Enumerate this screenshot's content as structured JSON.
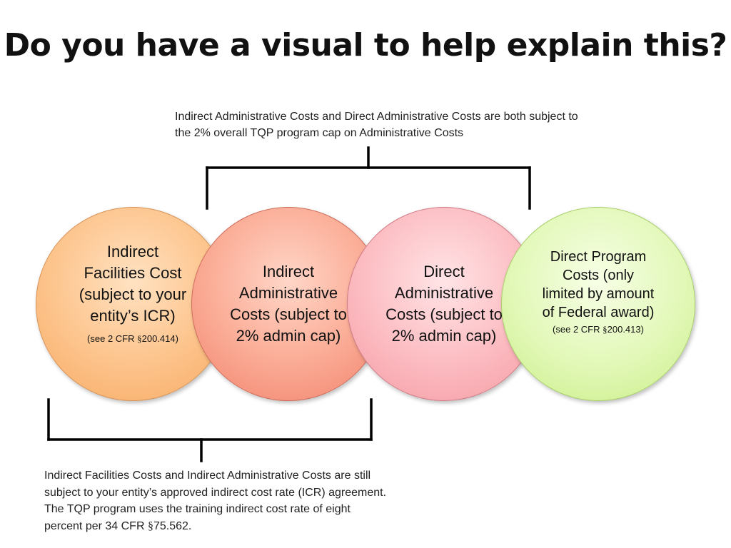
{
  "title": "Do you have a visual to help explain this?",
  "top_note": "Indirect Administrative Costs and Direct Administrative Costs are both subject to the 2% overall TQP program cap on Administrative Costs",
  "circles": [
    {
      "label": "Indirect Facilities Cost (subject to your entity’s ICR)",
      "ref_prefix": "(see 2 CFR ",
      "ref_symbol": "§",
      "ref_suffix": "200.414)",
      "color": "#fdc690"
    },
    {
      "label": "Indirect Administrative Costs (subject to 2% admin cap)",
      "color": "#fbae98"
    },
    {
      "label": "Direct Administrative Costs (subject to 2% admin cap)",
      "color": "#fcbfc4"
    },
    {
      "label": "Direct Program Costs (only limited by amount of Federal award)",
      "ref_prefix": "(see 2 CFR ",
      "ref_symbol": "§",
      "ref_suffix": "200.413)",
      "color": "#e2f8b8"
    }
  ],
  "bottom_note": {
    "text": "Indirect Facilities Costs and Indirect Administrative Costs are still subject to your entity’s approved indirect cost rate (ICR) agreement. The TQP program uses the training indirect cost rate of eight percent per 34 CFR ",
    "symbol": "§",
    "suffix": "75.562."
  }
}
